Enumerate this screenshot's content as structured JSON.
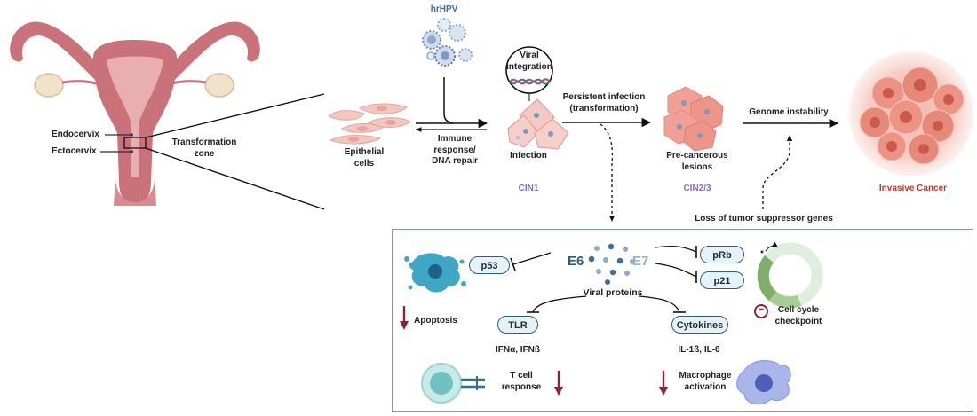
{
  "uterus_labels": {
    "endocervix": "Endocervix",
    "ectocervix": "Ectocervix",
    "transformation_zone": "Transformation\nzone"
  },
  "progression": {
    "virus": "hrHPV",
    "epithelial": "Epithelial\ncells",
    "immune": "Immune\nresponse/\nDNA repair",
    "viral_integration": "Viral\nintegration",
    "infection": "Infection",
    "cin1": "CIN1",
    "persistent": "Persistent infection\n(transformation)",
    "precancerous": "Pre-cancerous\nlesions",
    "cin23": "CIN2/3",
    "genome": "Genome instability",
    "invasive": "Invasive Cancer",
    "loss": "Loss of tumor suppressor genes"
  },
  "panel": {
    "e6": "E6",
    "e7": "E7",
    "viral_proteins": "Viral proteins",
    "p53": "p53",
    "prb": "pRb",
    "p21": "p21",
    "tlr": "TLR",
    "cytokines": "Cytokines",
    "ifn": "IFNα, IFNß",
    "il": "IL-1ß, IL-6",
    "apoptosis": "Apoptosis",
    "tcell": "T cell\nresponse",
    "macrophage": "Macrophage\nactivation",
    "checkpoint": "Cell cycle\ncheckpoint",
    "minus": "−"
  },
  "colors": {
    "uterus": "#c9727a",
    "uterus_light": "#e9aeb0",
    "cell_pink": "#f0b4ae",
    "cancer": "#e8887a",
    "virus": "#6f8fb8",
    "down_arrow": "#8b2434",
    "violet": "#8e6bbf",
    "invasive": "#c0392b",
    "panel_border": "#7a9cc2",
    "pill_fill": "#e5f2f7",
    "apoptosis_cell": "#3fa7c6",
    "macrophage": "#9aa8e0",
    "tcell": "#9fd3d0",
    "checkpoint_green": "#7fae6a"
  },
  "icons": [
    "virus-icon",
    "dna-icon",
    "apoptotic-cell-icon",
    "t-cell-icon",
    "macrophage-icon",
    "cell-cycle-icon",
    "uterus-icon"
  ]
}
